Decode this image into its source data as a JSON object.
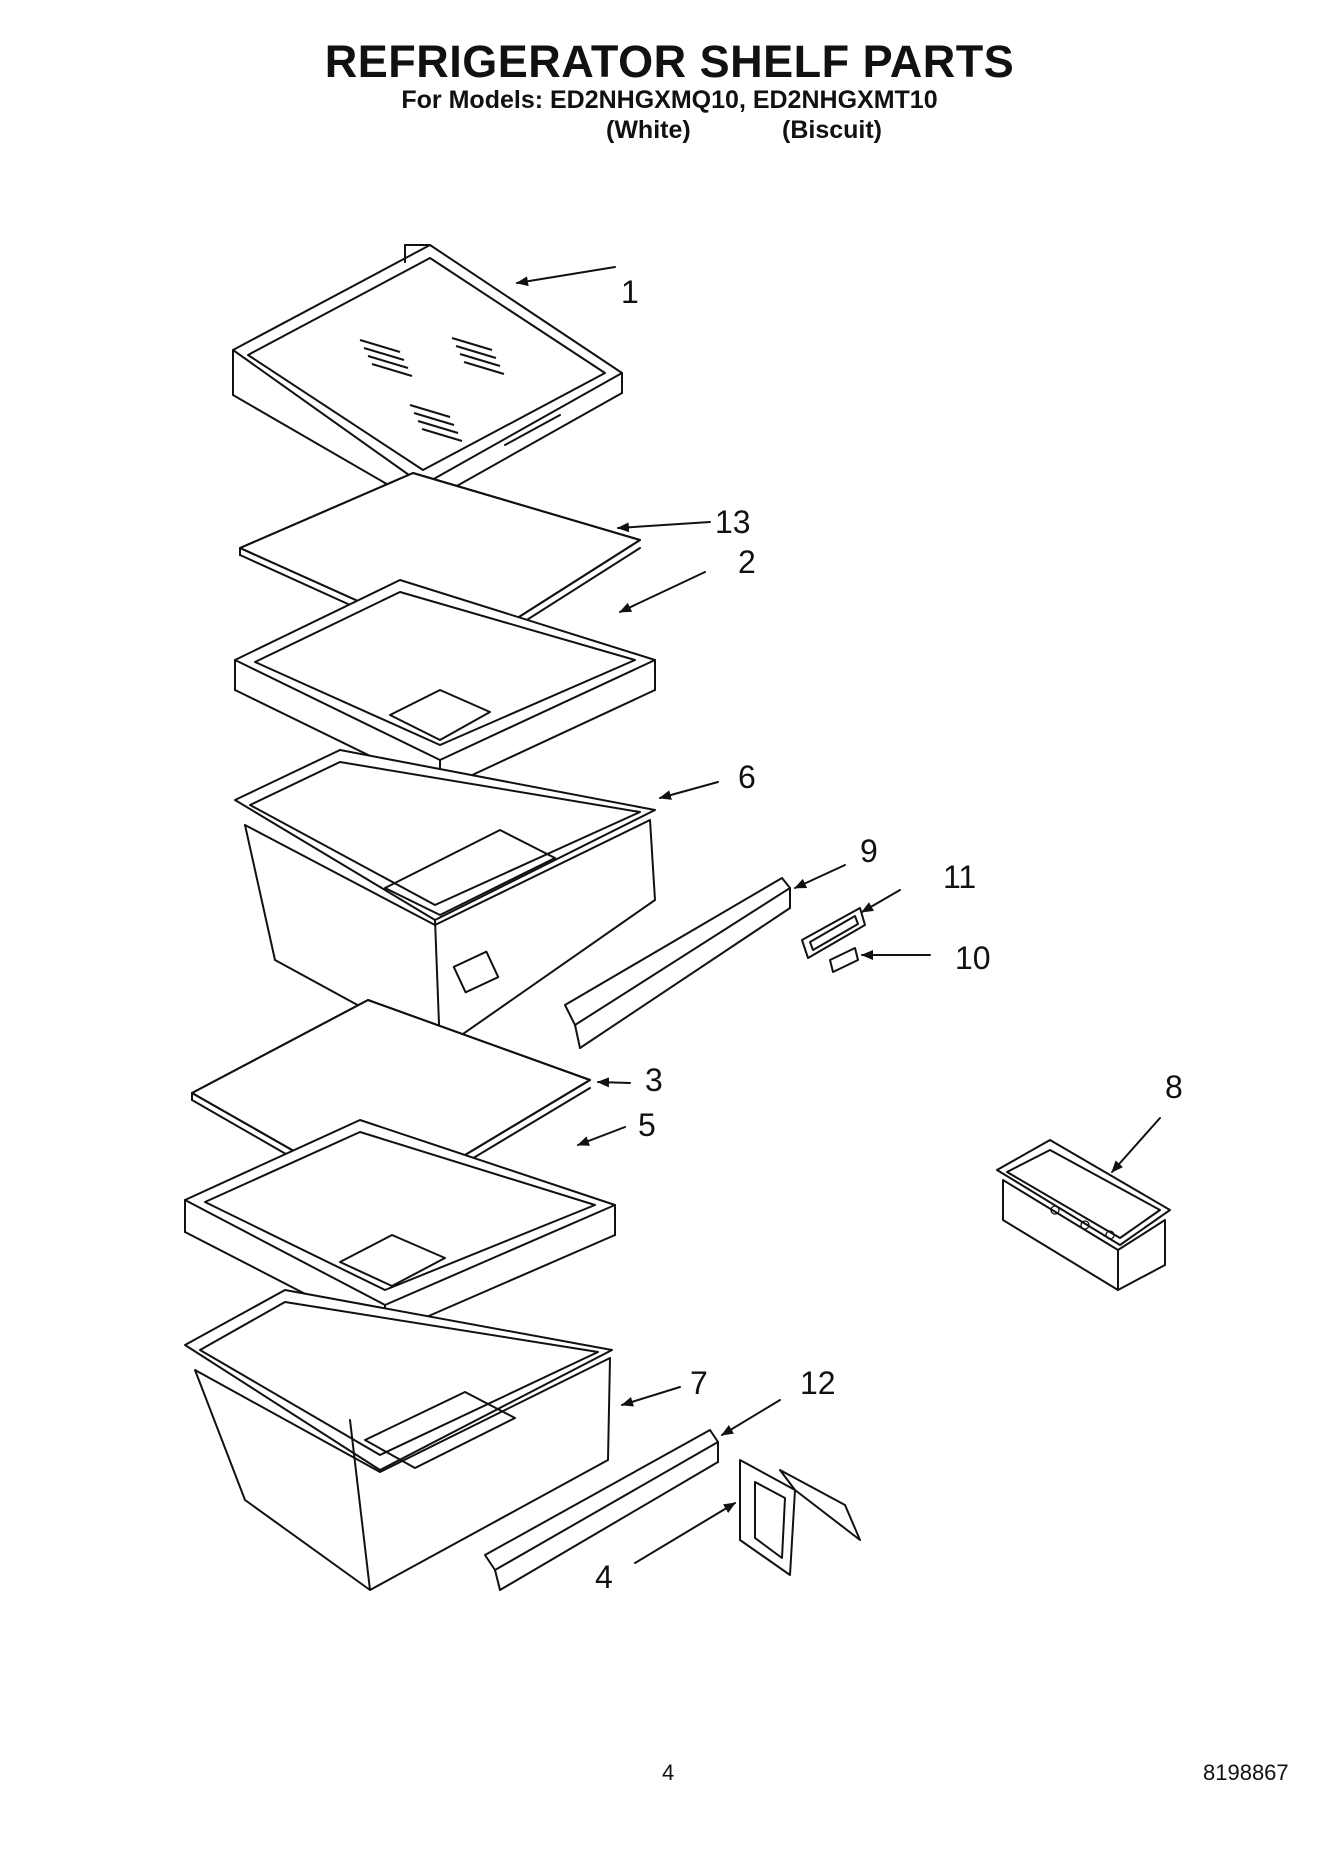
{
  "title": "REFRIGERATOR SHELF PARTS",
  "models_line": "For Models: ED2NHGXMQ10, ED2NHGXMT10",
  "variants": {
    "white": "(White)",
    "biscuit": "(Biscuit)"
  },
  "callouts": [
    "1",
    "13",
    "2",
    "6",
    "9",
    "11",
    "10",
    "3",
    "5",
    "8",
    "7",
    "12",
    "4"
  ],
  "footer": {
    "page_number": "4",
    "doc_number": "8198867"
  }
}
